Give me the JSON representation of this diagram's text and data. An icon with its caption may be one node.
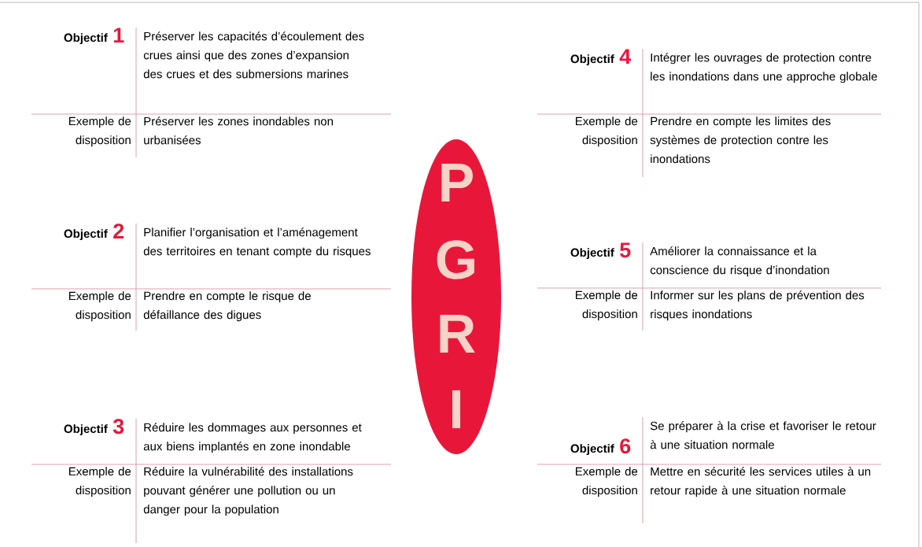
{
  "diagram": {
    "nodes": [
      {
        "text": [
          "P",
          "G",
          "R",
          "I"
        ]
      }
    ],
    "labels": [
      "Objectif",
      "1",
      "Préserver les capacités d’écoulement des crues ainsi que des zones d’expansion des crues et des submersions marines",
      "Exemple de disposition",
      "Préserver les zones inondables non urbanisées",
      "Objectif",
      "2",
      "Planifier l’organisation et l’aménagement des territoires en tenant compte du risques",
      "Exemple de disposition",
      "Prendre en compte le risque de défaillance des digues",
      "Objectif",
      "3",
      "Réduire les dommages aux personnes et aux biens implantés en zone inondable",
      "Exemple de disposition",
      "Réduire la vulnérabilité des installations pouvant générer une pollution ou un danger pour la population",
      "Objectif",
      "4",
      "Intégrer les ouvrages de protection contre les inondations dans une approche globale",
      "Exemple de disposition",
      "Prendre en compte les limites des systèmes de protection contre les inondations",
      "Objectif",
      "5",
      "Améliorer la connaissance et la conscience du risque d’inondation",
      "Exemple de disposition",
      "Informer sur les plans de prévention des risques inondations",
      "Objectif",
      "6",
      "Se préparer à la crise et favoriser le retour à une situation normale",
      "Exemple de disposition",
      "Mettre en sécurité les services utiles à un retour rapide à une situation normale"
    ]
  }
}
